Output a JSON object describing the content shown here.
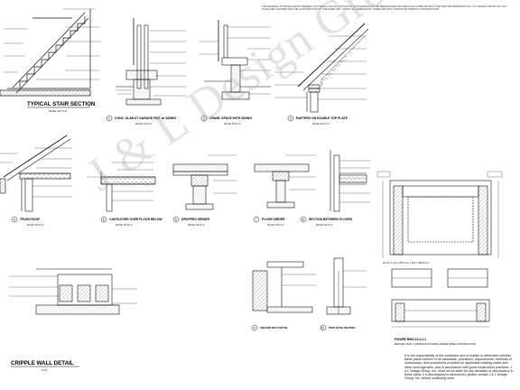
{
  "copyright_notice": "THIS DRAWING IS PROTECTED BY FEDERAL COPYRIGHT LAW. NO PORTION OF THIS DRAWING MAY BE REPRODUCED OR USED IN ANY FORM WITHOUT THE WRITTEN PERMISSION OF J & L DESIGN GROUP, INC. ANY PLANS ARE LICENSED FOR THE CONSTRUCTION OF ONE HOME ONLY. VERIFY ALL DIMENSIONS, CODES AND SITE CONDITIONS PRIOR TO CONSTRUCTION.",
  "watermark": "J & L Design Group, Inc.",
  "details": [
    {
      "id": "typical-stair-section",
      "number": "",
      "title": "TYPICAL STAIR SECTION",
      "scale": "SCALE: 3/4\"=1'-0\""
    },
    {
      "id": "conc-slab-garage",
      "number": "1",
      "title": "CONC. SLAB AT GARAGE FND. w/ SIDING",
      "scale": "SCALE: 3/4\"=1'-0\""
    },
    {
      "id": "crawl-space-siding",
      "number": "2",
      "title": "CRAWL SPACE WITH SIDING",
      "scale": "SCALE: 3/4\"=1'-0\""
    },
    {
      "id": "rafters-double-top-plate",
      "number": "3",
      "title": "RAFTERS ON DOUBLE TOP PLATE",
      "scale": "SCALE: 3/4\"=1'-0\""
    },
    {
      "id": "truss-roof",
      "number": "4",
      "title": "TRUSS ROOF",
      "scale": "SCALE: 3/4\"=1'-0\""
    },
    {
      "id": "cantilever-floor",
      "number": "5",
      "title": "CANTILEVER OVER FLOOR BELOW",
      "scale": "SCALE: 3/4\"=1'-0\""
    },
    {
      "id": "dropped-girder",
      "number": "6",
      "title": "DROPPED GIRDER",
      "scale": "SCALE: 3/4\"=1'-0\""
    },
    {
      "id": "flush-girder",
      "number": "7",
      "title": "FLUSH GIRDER",
      "scale": "SCALE: 3/4\"=1'-0\""
    },
    {
      "id": "section-between-floors",
      "number": "8",
      "title": "SECTION BETWEEN FLOORS",
      "scale": "SCALE: 3/4\"=1'-0\""
    },
    {
      "id": "cripple-wall",
      "number": "",
      "title": "CRIPPLE WALL DETAIL",
      "scale": "N.T.S."
    },
    {
      "id": "anchor-detail",
      "number": "9",
      "title": "ANCHOR BOLT DETAIL",
      "scale": ""
    },
    {
      "id": "post-section",
      "number": "10",
      "title": "POST BASE SECTION",
      "scale": ""
    }
  ],
  "figure": {
    "caption": "FIGURE R602.10.4.1.1",
    "subcaption": "METHOD CS-PF: CONTINUOUS PORTAL FRAME PANEL CONSTRUCTION",
    "note": "For SI: 1 inch = 25.4 mm, 1 foot = 304.8 mm."
  },
  "footer_note": "It is the responsibility of the contractor and or builder to determine whether these plans conform to all standards, provisions, requirements, methods of construction, and procedures provided for applicable building codes and other local agencies, and in accordance with good construction practices. J & L Design Group, Inc. shall not be liable for any deviation or discrepancy in these plans. If a discrepancy is discovered, please contact J & L Design Group, Inc. before continuing work."
}
